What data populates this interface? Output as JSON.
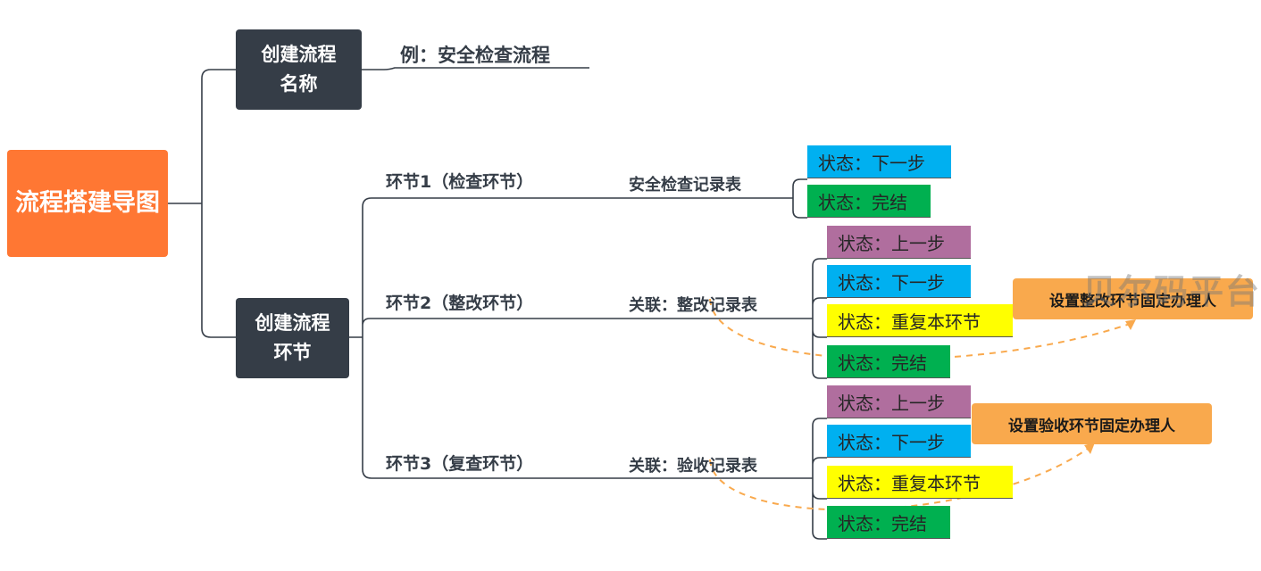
{
  "root": {
    "label": "流程搭建导图"
  },
  "name_node": {
    "label": "创建流程名称",
    "example": "例：安全检查流程"
  },
  "steps_node": {
    "label": "创建流程环节"
  },
  "steps": [
    {
      "title": "环节1（检查环节）",
      "form": "安全检查记录表",
      "statuses": [
        {
          "label": "状态：下一步",
          "color": "#00B0F0"
        },
        {
          "label": "状态：完结",
          "color": "#00B050"
        }
      ]
    },
    {
      "title": "环节2（整改环节）",
      "form": "关联：整改记录表",
      "statuses": [
        {
          "label": "状态：上一步",
          "color": "#B06E9E"
        },
        {
          "label": "状态：下一步",
          "color": "#00B0F0"
        },
        {
          "label": "状态：重复本环节",
          "color": "#FFFF00"
        },
        {
          "label": "状态：完结",
          "color": "#00B050"
        }
      ],
      "callout": "设置整改环节固定办理人"
    },
    {
      "title": "环节3（复查环节）",
      "form": "关联：验收记录表",
      "statuses": [
        {
          "label": "状态：上一步",
          "color": "#B06E9E"
        },
        {
          "label": "状态：下一步",
          "color": "#00B0F0"
        },
        {
          "label": "状态：重复本环节",
          "color": "#FFFF00"
        },
        {
          "label": "状态：完结",
          "color": "#00B050"
        }
      ],
      "callout": "设置验收环节固定办理人"
    }
  ],
  "watermark": "贝尔码平台"
}
